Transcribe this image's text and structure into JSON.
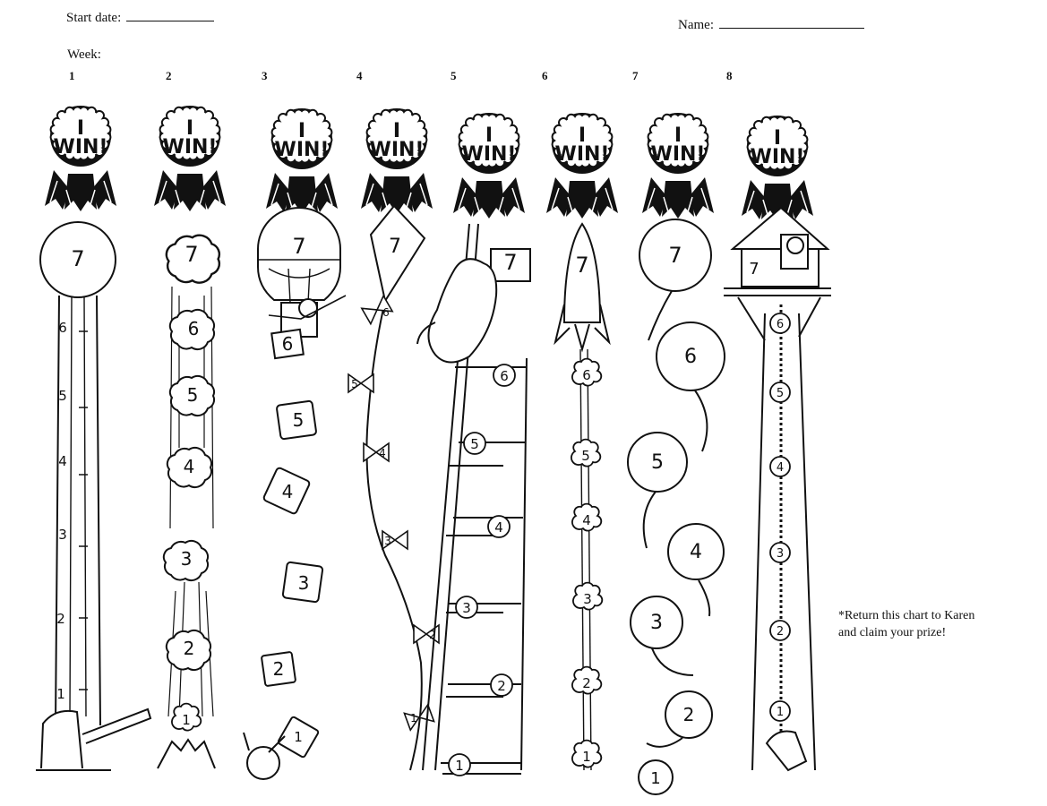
{
  "header": {
    "start_label": "Start date:",
    "name_label": "Name:",
    "week_label": "Week:"
  },
  "weeks": [
    "1",
    "2",
    "3",
    "4",
    "5",
    "6",
    "7",
    "8"
  ],
  "badge": {
    "line1": "I",
    "line2": "WIN!"
  },
  "steps": [
    "1",
    "2",
    "3",
    "4",
    "5",
    "6",
    "7"
  ],
  "ruler_marks": [
    "1",
    "2",
    "3",
    "4",
    "5",
    "6"
  ],
  "note": {
    "line1": "*Return this chart to Karen",
    "line2": "and claim your prize!"
  }
}
